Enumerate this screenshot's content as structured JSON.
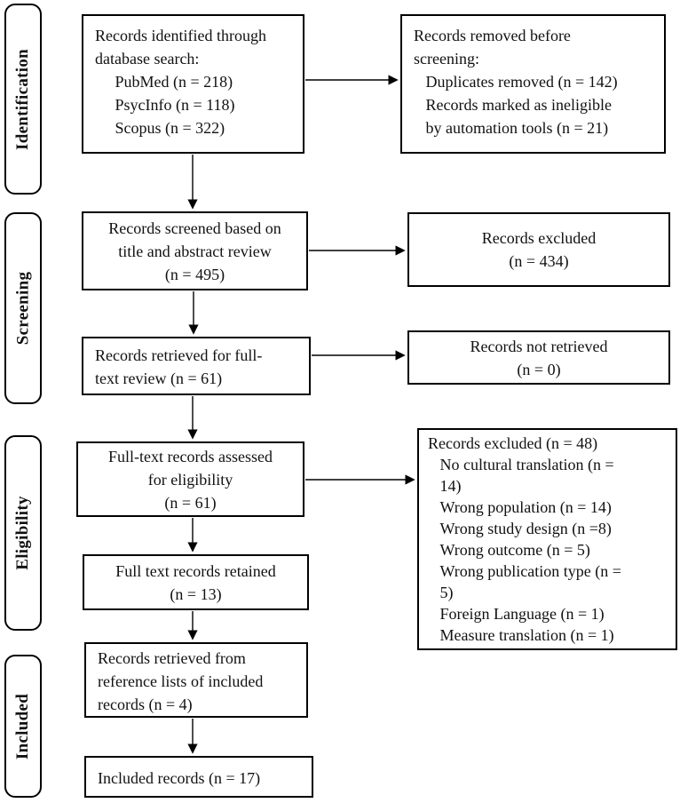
{
  "colors": {
    "background": "#ffffff",
    "line": "#000000",
    "text": "#111111"
  },
  "stages": [
    {
      "label": "Identification"
    },
    {
      "label": "Screening"
    },
    {
      "label": "Eligibility"
    },
    {
      "label": "Included"
    }
  ],
  "main_boxes": [
    {
      "name": "records-identified",
      "text": "Records identified through\ndatabase search:\n     PubMed (n = 218)\n     PsycInfo (n = 118)\n     Scopus (n = 322)"
    },
    {
      "name": "records-screened",
      "text": "Records screened based on\ntitle and abstract review\n(n = 495)"
    },
    {
      "name": "records-retrieved-fulltext",
      "text": "Records retrieved for full-\ntext review (n = 61)"
    },
    {
      "name": "fulltext-assessed",
      "text": "Full-text records assessed\nfor eligibility\n(n = 61)"
    },
    {
      "name": "fulltext-retained",
      "text": "Full text records retained\n(n = 13)"
    },
    {
      "name": "records-from-references",
      "text": "Records retrieved from\nreference lists of included\nrecords (n = 4)"
    },
    {
      "name": "included-records",
      "text": "Included records (n = 17)"
    }
  ],
  "side_boxes": [
    {
      "name": "records-removed-before-screening",
      "text": "Records removed before\nscreening:\n   Duplicates removed (n = 142)\n   Records marked as ineligible\n   by automation tools (n = 21)"
    },
    {
      "name": "records-excluded-screening",
      "text": "Records excluded\n(n = 434)"
    },
    {
      "name": "records-not-retrieved",
      "text": "Records not retrieved\n(n = 0)"
    },
    {
      "name": "records-excluded-eligibility",
      "text": "Records excluded (n = 48)\n   No cultural translation (n =\n   14)\n   Wrong population (n = 14)\n   Wrong study design (n =8)\n   Wrong outcome (n = 5)\n   Wrong publication type (n =\n   5)\n   Foreign Language (n = 1)\n   Measure translation (n = 1)"
    }
  ]
}
